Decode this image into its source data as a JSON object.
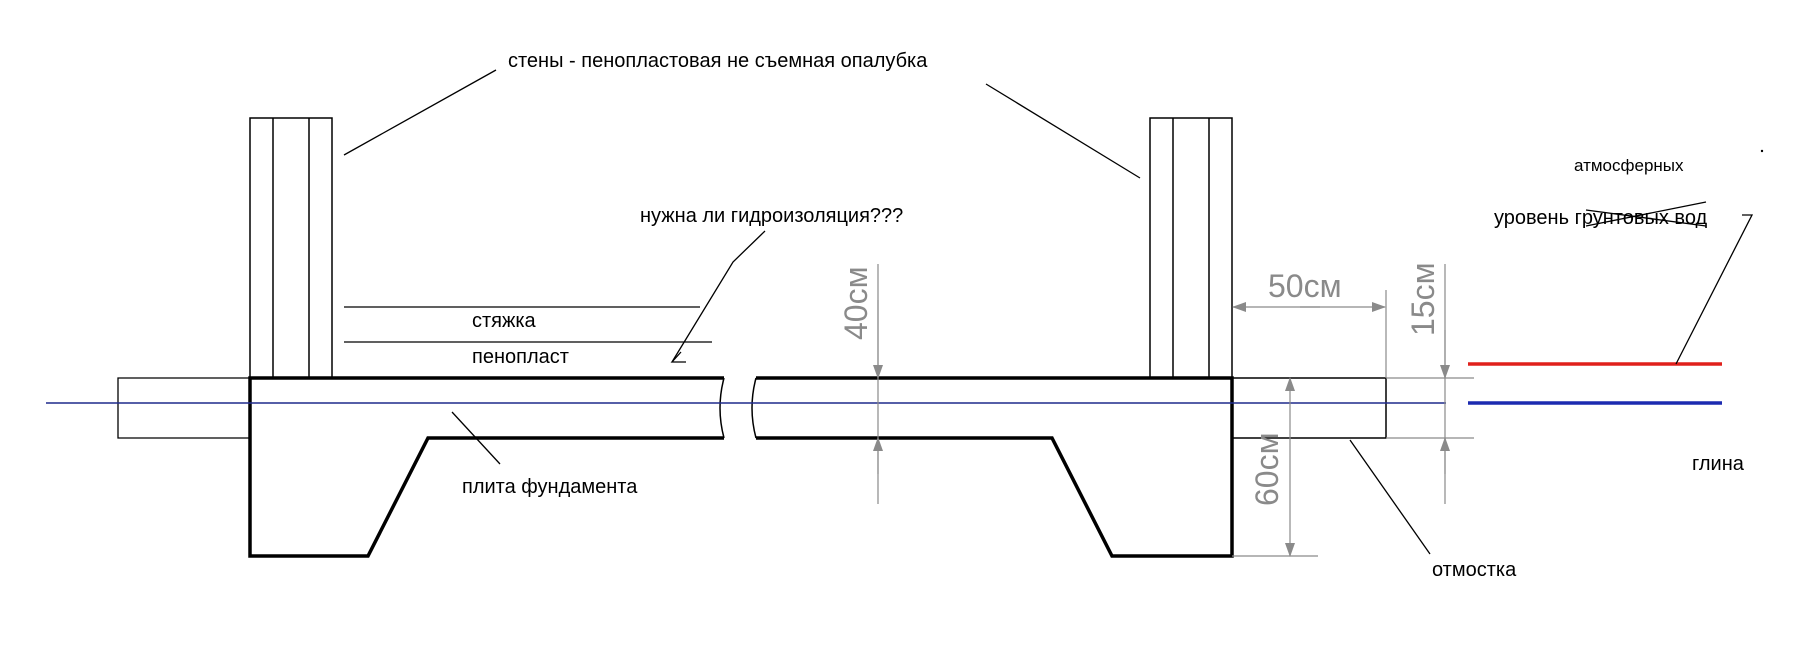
{
  "labels": {
    "walls": "стены - пенопластовая не съемная опалубка",
    "waterproofing_question": "нужна ли гидроизоляция???",
    "screed": "стяжка",
    "foam": "пенопласт",
    "foundation_slab": "плита фундамента",
    "blind_area": "отмостка",
    "clay": "глина",
    "groundwater_level": "уровень грунтовых вод",
    "atmospheric": "атмосферных"
  },
  "dimensions": {
    "slab_thickness": "40см",
    "blind_area_width": "50см",
    "blind_area_thickness": "15см",
    "footing_depth": "60см"
  },
  "colors": {
    "line": "#000000",
    "dimension": "#8a8a8a",
    "axis": "#1f2a8c",
    "legend_red": "#e0201c",
    "legend_blue": "#1c2ab0"
  }
}
